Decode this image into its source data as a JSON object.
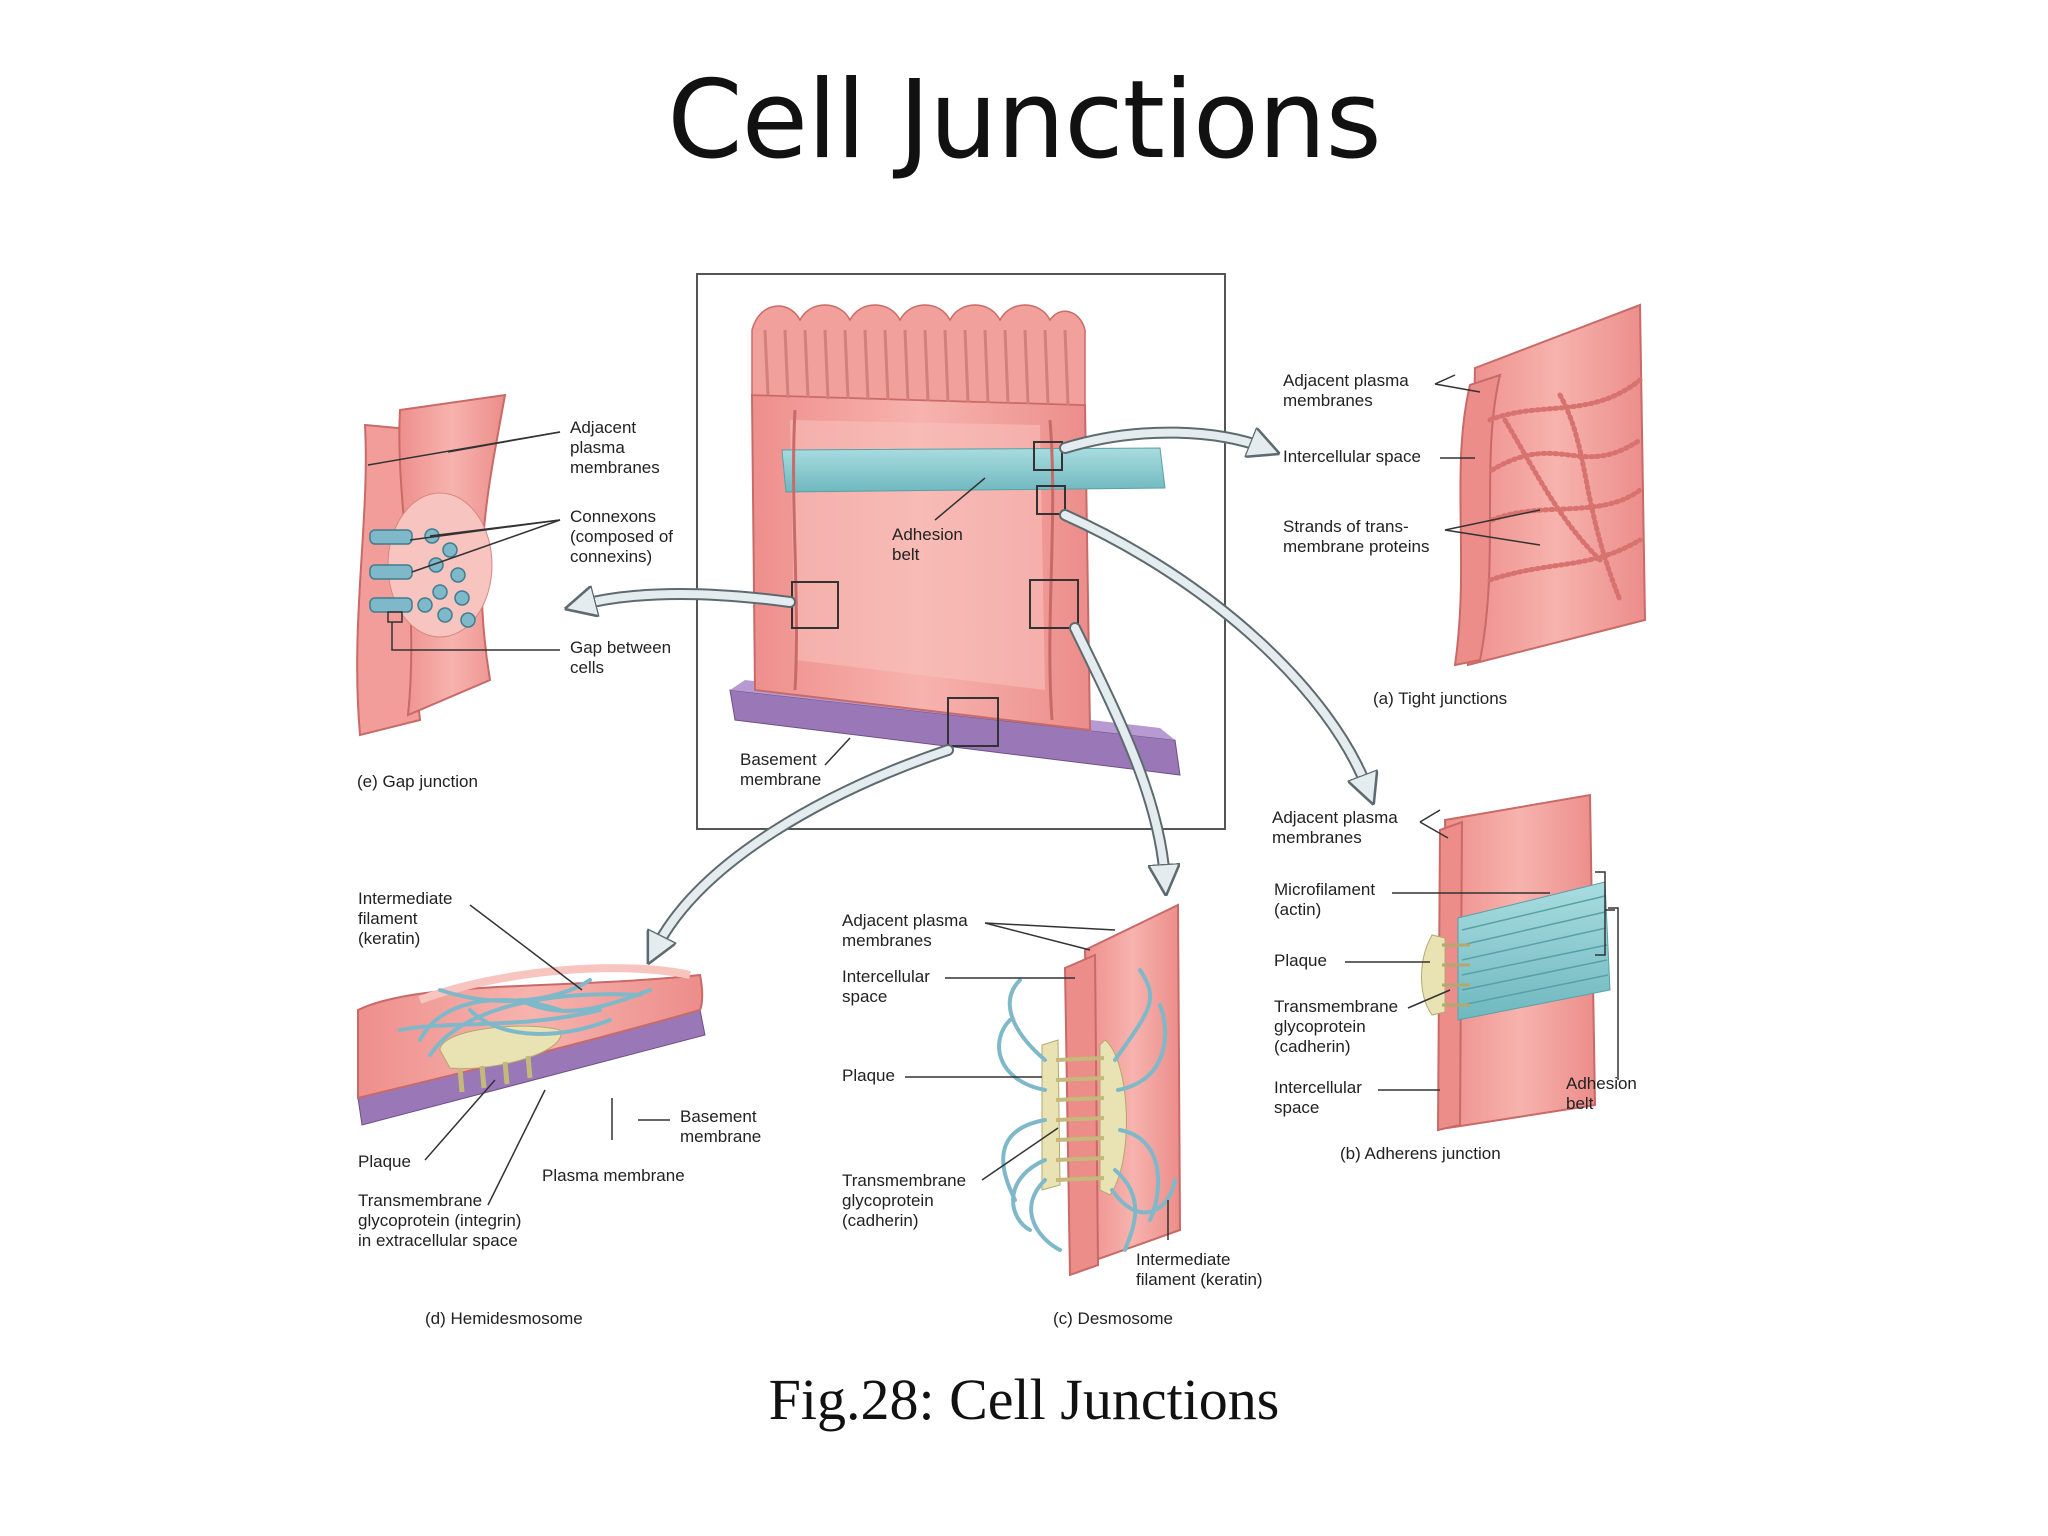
{
  "title": "Cell Junctions",
  "caption": "Fig.28: Cell Junctions",
  "colors": {
    "cell": "#f4a3a0",
    "cell_dark": "#d9716f",
    "belt": "#8fd0d3",
    "basement": "#9a78b8",
    "plaque": "#e9e3b4",
    "filament": "#7fb9c9",
    "arrow": "#e4ecef"
  },
  "center": {
    "adhesion_belt": [
      "Adhesion",
      "belt"
    ],
    "basement_membrane": [
      "Basement",
      "membrane"
    ]
  },
  "gap": {
    "adjacent": [
      "Adjacent",
      "plasma",
      "membranes"
    ],
    "connexons": [
      "Connexons",
      "(composed of",
      "connexins)"
    ],
    "gap_between": [
      "Gap between",
      "cells"
    ],
    "panel_label": "(e) Gap junction"
  },
  "tight": {
    "adjacent": [
      "Adjacent plasma",
      "membranes"
    ],
    "intercellular": "Intercellular space",
    "strands": [
      "Strands of trans-",
      "membrane proteins"
    ],
    "panel_label": "(a) Tight junctions"
  },
  "adherens": {
    "adjacent": [
      "Adjacent plasma",
      "membranes"
    ],
    "microfilament": [
      "Microfilament",
      "(actin)"
    ],
    "plaque": "Plaque",
    "transmembrane": [
      "Transmembrane",
      "glycoprotein",
      "(cadherin)"
    ],
    "intercellular": [
      "Intercellular",
      "space"
    ],
    "adhesion_belt": [
      "Adhesion",
      "belt"
    ],
    "panel_label": "(b) Adherens junction"
  },
  "desmosome": {
    "adjacent": [
      "Adjacent plasma",
      "membranes"
    ],
    "intercellular": [
      "Intercellular",
      "space"
    ],
    "plaque": "Plaque",
    "transmembrane": [
      "Transmembrane",
      "glycoprotein",
      "(cadherin)"
    ],
    "intermediate": [
      "Intermediate",
      "filament (keratin)"
    ],
    "panel_label": "(c) Desmosome"
  },
  "hemidesmosome": {
    "intermediate": [
      "Intermediate",
      "filament",
      "(keratin)"
    ],
    "basement": [
      "Basement",
      "membrane"
    ],
    "plaque": "Plaque",
    "plasma_membrane": "Plasma membrane",
    "transmembrane": [
      "Transmembrane",
      "glycoprotein (integrin)",
      "in extracellular space"
    ],
    "panel_label": "(d) Hemidesmosome"
  }
}
